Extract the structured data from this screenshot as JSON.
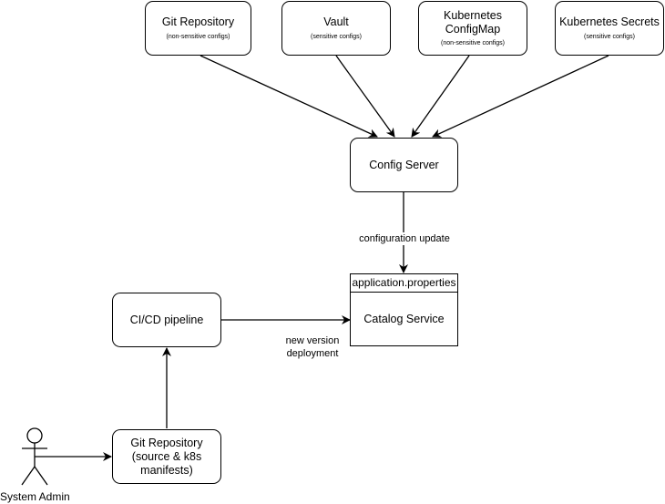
{
  "sources": [
    {
      "title": "Git Repository",
      "subtitle": "(non-sensitive configs)"
    },
    {
      "title": "Vault",
      "subtitle": "(sensitive configs)"
    },
    {
      "title": "Kubernetes\nConfigMap",
      "subtitle": "(non-sensitive configs)"
    },
    {
      "title": "Kubernetes Secrets",
      "subtitle": "(sensitive configs)"
    }
  ],
  "config_server": {
    "label": "Config Server"
  },
  "config_edge": {
    "label": "configuration update"
  },
  "catalog_service": {
    "header": "application.properties",
    "label": "Catalog Service"
  },
  "cicd": {
    "label": "CI/CD pipeline"
  },
  "deploy_edge": {
    "label": "new version\ndeployment"
  },
  "git_source": {
    "label": "Git Repository\n(source & k8s\nmanifests)"
  },
  "actor": {
    "label": "System Admin"
  }
}
